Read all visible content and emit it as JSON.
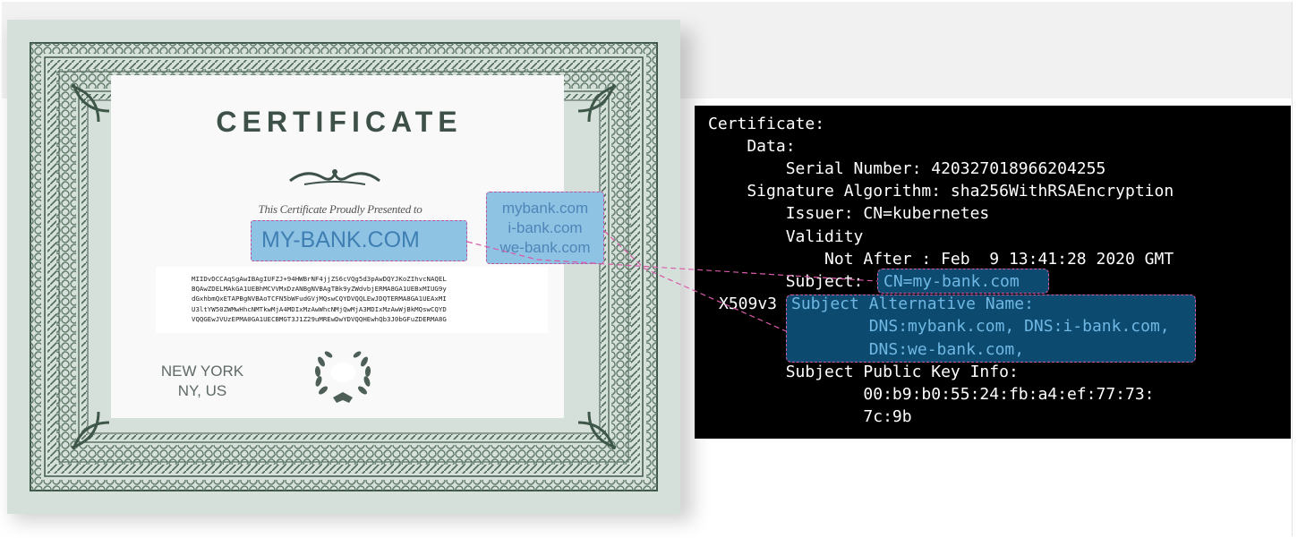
{
  "certificate": {
    "title": "CERTIFICATE",
    "presented_text": "This Certificate Proudly Presented to",
    "name": "MY-BANK.COM",
    "alt_names": [
      "mybank.com",
      "i-bank.com",
      "we-bank.com"
    ],
    "key_lines": [
      "MIIDvDCCAqSgAwIBAgIUFZJ+94HWBrNF4jjZS6cVQg5d3pAwDQYJKoZIhvcNAQEL",
      "BQAwZDELMAkGA1UEBhMCVVMxDzANBgNVBAgTBk9yZWdvbjERMA8GA1UEBxMIUG9y",
      "dGxhbmQxETAPBgNVBAoTCFN5bWFudGVjMQswCQYDVQQLEwJDQTERMA8GA1UEAxMI",
      "U3ltYW50ZWMwHhcNMTkwMjA4MDIxMzAwWhcNMjQwMjA3MDIxMzAwWjBkMQswCQYD",
      "VQQGEwJVUzEPMA0GA1UECBMGT3J1Z29uMREwDwYDVQQHEwhQb3J0bGFuZDERMA8G"
    ],
    "location": [
      "NEW YORK",
      "NY, US"
    ]
  },
  "terminal": {
    "lines": [
      "Certificate:",
      "    Data:",
      "        Serial Number: 420327018966204255",
      "    Signature Algorithm: sha256WithRSAEncryption",
      "        Issuer: CN=kubernetes",
      "        Validity",
      "            Not After : Feb  9 13:41:28 2020 GMT",
      "        Subject:",
      "        Subject Public Key Info:",
      "                00:b9:b0:55:24:fb:a4:ef:77:73:",
      "                7c:9b"
    ],
    "subject_value": "CN=my-bank.com",
    "x509_label": "X509v3",
    "san_lines": [
      "Subject Alternative Name:",
      "        DNS:mybank.com, DNS:i-bank.com,",
      "        DNS:we-bank.com,"
    ]
  },
  "colors": {
    "highlight_fill": "#0d4a6f",
    "highlight_border": "#d85aa8",
    "cert_highlight": "#8fc3e4",
    "cert_green": "#3d5148"
  }
}
